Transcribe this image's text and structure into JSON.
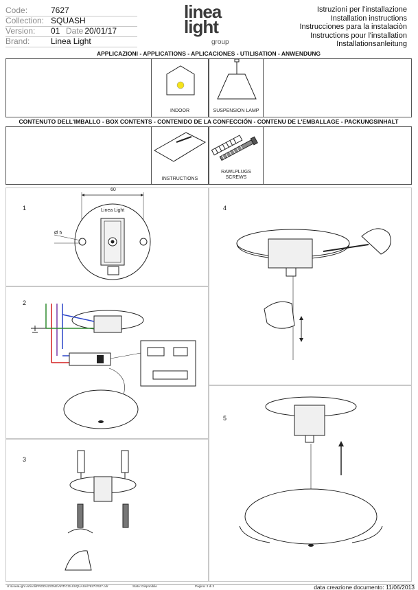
{
  "header": {
    "code_label": "Code:",
    "code_value": "7627",
    "collection_label": "Collection:",
    "collection_value": "SQUASH",
    "version_label": "Version:",
    "version_value": "01",
    "date_label": "Date",
    "date_value": "20/01/17",
    "brand_label": "Brand:",
    "brand_value": "Linea Light",
    "logo_line1": "linea",
    "logo_line2": "light",
    "logo_line3": "group",
    "instructions": [
      "Istruzioni per l'installazione",
      "Installation instructions",
      "Instrucciones para la instalaciòn",
      "Instructions pour l'installation",
      "Installationsanleitung"
    ]
  },
  "applications": {
    "title": "APPLICAZIONI - APPLICATIONS - APLICACIONES - UTILISATION - ANWENDUNG",
    "items": [
      "INDOOR",
      "SUSPENSION LAMP"
    ]
  },
  "box_contents": {
    "title": "CONTENUTO DELL'IMBALLO - BOX CONTENTS - CONTENIDO DE LA CONFECCIÓN - CONTENU DE L'EMBALLAGE - PACKUNGSINHALT",
    "items": [
      "INSTRUCTIONS",
      "RAWLPLUGS",
      "SCREWS"
    ]
  },
  "steps": {
    "s1": "1",
    "s2": "2",
    "s3": "3",
    "s4": "4",
    "s5": "5",
    "dim_60": "60",
    "dim_d5": "Ø 5",
    "plate_brand": "Linea Light"
  },
  "footer": {
    "path": "U:\\LineaLight Articoli\\PRODUZIONE\\ARTICOLI\\SQUASH\\7627\\7627.cdr",
    "status": "Stato: Disponibile",
    "page": "Pagina: 2 di 3",
    "created": "data creazione documento: 11/06/2013"
  },
  "colors": {
    "indoor_dot": "#f5e31a",
    "wire_blue": "#2b44c8",
    "wire_red": "#d32020",
    "wire_purple": "#7a3aa8",
    "wire_green": "#2f8a2f"
  }
}
